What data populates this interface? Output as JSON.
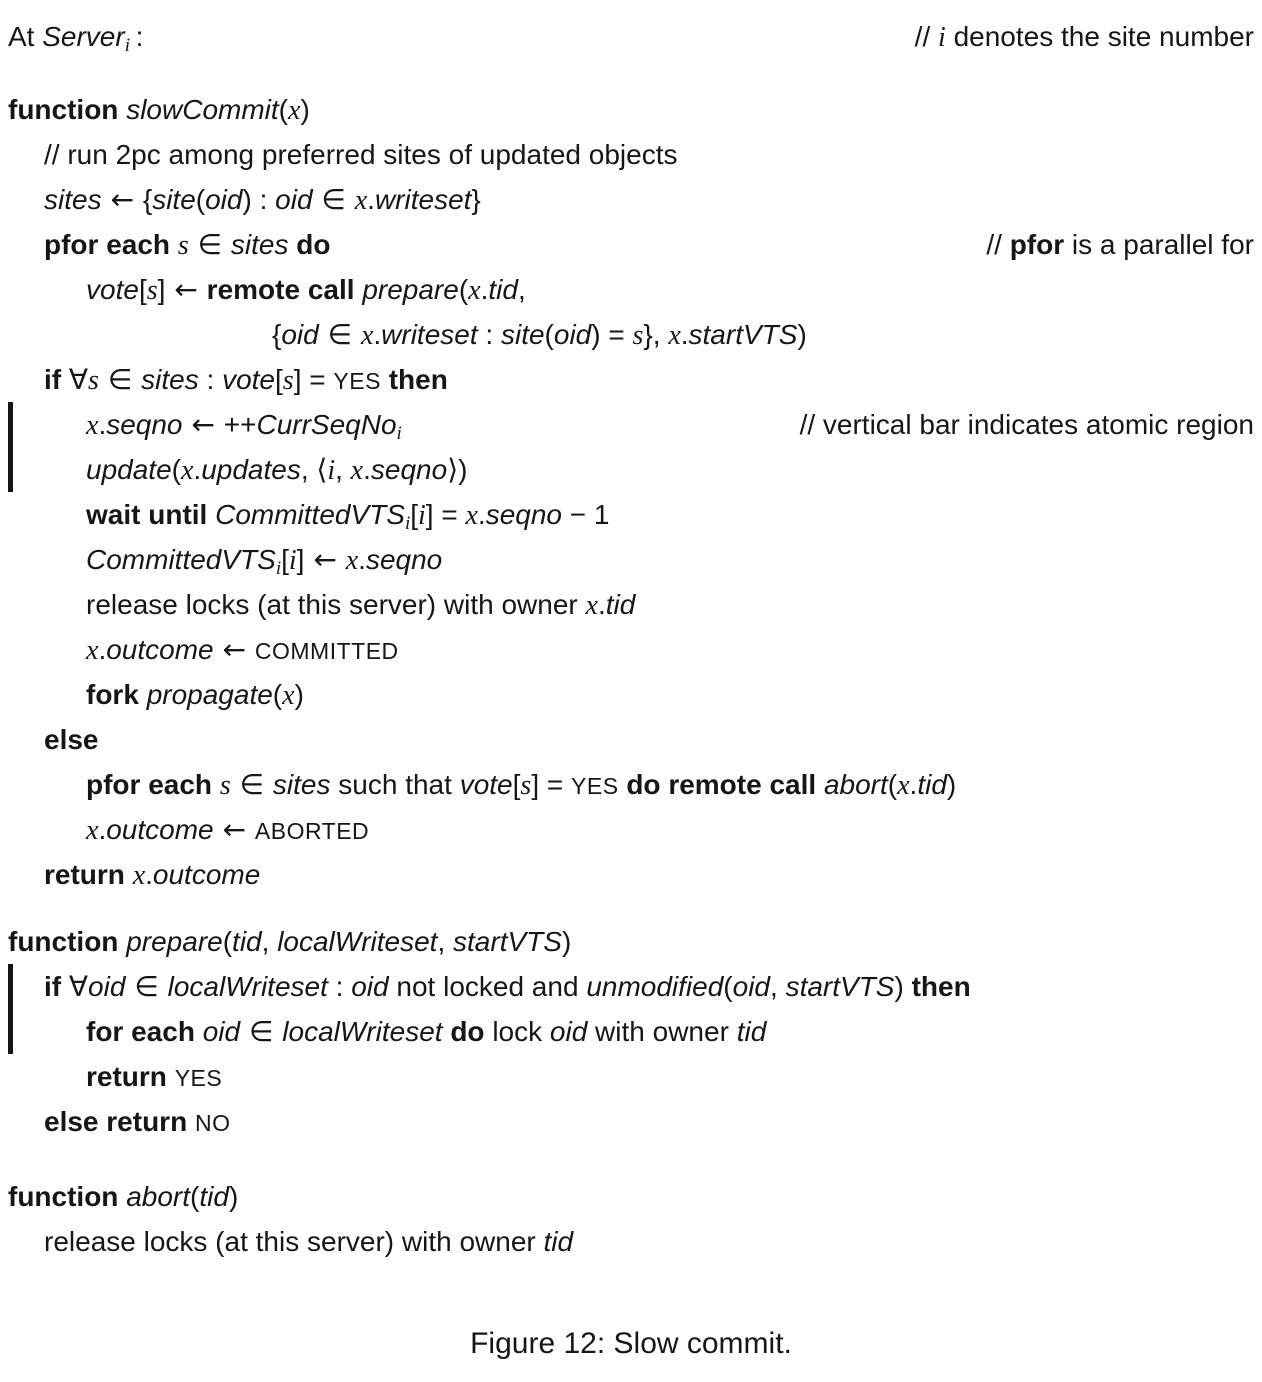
{
  "colors": {
    "text": "#161616",
    "background": "#ffffff"
  },
  "caption": "Figure 12: Slow commit.",
  "code": {
    "lines": [
      {
        "name": "line-at-server",
        "indent": 8,
        "segs": [
          {
            "s": "p",
            "t": "At "
          },
          {
            "s": "i",
            "t": "Server"
          },
          {
            "s": "b",
            "t": "i"
          },
          {
            "s": "p",
            "t": " :"
          }
        ],
        "right": [
          {
            "s": "p",
            "t": "// "
          },
          {
            "s": "m",
            "t": "i"
          },
          {
            "s": "p",
            "t": " denotes the site number"
          }
        ]
      },
      {
        "name": "line-function-slowcommit",
        "indent": 8,
        "gap": 28,
        "segs": [
          {
            "s": "k",
            "t": "function "
          },
          {
            "s": "i",
            "t": "slowCommit"
          },
          {
            "s": "p",
            "t": "("
          },
          {
            "s": "m",
            "t": "x"
          },
          {
            "s": "p",
            "t": ")"
          }
        ]
      },
      {
        "name": "line-comment-2pc",
        "indent": 44,
        "segs": [
          {
            "s": "p",
            "t": "// run 2pc among preferred sites of updated objects"
          }
        ]
      },
      {
        "name": "line-sites-assign",
        "indent": 44,
        "segs": [
          {
            "s": "i",
            "t": "sites"
          },
          {
            "s": "y",
            "t": " ← "
          },
          {
            "s": "p",
            "t": "{"
          },
          {
            "s": "i",
            "t": "site"
          },
          {
            "s": "p",
            "t": "("
          },
          {
            "s": "i",
            "t": "oid"
          },
          {
            "s": "p",
            "t": ") : "
          },
          {
            "s": "i",
            "t": "oid"
          },
          {
            "s": "y",
            "t": " ∈ "
          },
          {
            "s": "m",
            "t": "x"
          },
          {
            "s": "p",
            "t": "."
          },
          {
            "s": "i",
            "t": "writeset"
          },
          {
            "s": "p",
            "t": "}"
          }
        ]
      },
      {
        "name": "line-pfor-sites",
        "indent": 44,
        "segs": [
          {
            "s": "k",
            "t": "pfor each "
          },
          {
            "s": "m",
            "t": "s"
          },
          {
            "s": "y",
            "t": " ∈ "
          },
          {
            "s": "i",
            "t": "sites"
          },
          {
            "s": "k",
            "t": " do"
          }
        ],
        "right": [
          {
            "s": "p",
            "t": "// "
          },
          {
            "s": "k",
            "t": "pfor"
          },
          {
            "s": "p",
            "t": " is a parallel for"
          }
        ]
      },
      {
        "name": "line-vote-remote-call",
        "indent": 86,
        "segs": [
          {
            "s": "i",
            "t": "vote"
          },
          {
            "s": "p",
            "t": "["
          },
          {
            "s": "m",
            "t": "s"
          },
          {
            "s": "p",
            "t": "]"
          },
          {
            "s": "y",
            "t": " ← "
          },
          {
            "s": "k",
            "t": "remote call "
          },
          {
            "s": "i",
            "t": "prepare"
          },
          {
            "s": "p",
            "t": "("
          },
          {
            "s": "m",
            "t": "x"
          },
          {
            "s": "p",
            "t": "."
          },
          {
            "s": "i",
            "t": "tid"
          },
          {
            "s": "p",
            "t": ","
          }
        ]
      },
      {
        "name": "line-prepare-args-continuation",
        "indent": 272,
        "segs": [
          {
            "s": "p",
            "t": "{"
          },
          {
            "s": "i",
            "t": "oid"
          },
          {
            "s": "y",
            "t": " ∈ "
          },
          {
            "s": "m",
            "t": "x"
          },
          {
            "s": "p",
            "t": "."
          },
          {
            "s": "i",
            "t": "writeset"
          },
          {
            "s": "p",
            "t": " : "
          },
          {
            "s": "i",
            "t": "site"
          },
          {
            "s": "p",
            "t": "("
          },
          {
            "s": "i",
            "t": "oid"
          },
          {
            "s": "p",
            "t": ") = "
          },
          {
            "s": "m",
            "t": "s"
          },
          {
            "s": "p",
            "t": "}, "
          },
          {
            "s": "m",
            "t": "x"
          },
          {
            "s": "p",
            "t": "."
          },
          {
            "s": "i",
            "t": "startVTS"
          },
          {
            "s": "p",
            "t": ")"
          }
        ]
      },
      {
        "name": "line-if-all-votes-yes",
        "indent": 44,
        "segs": [
          {
            "s": "k",
            "t": "if "
          },
          {
            "s": "y",
            "t": "∀"
          },
          {
            "s": "m",
            "t": "s"
          },
          {
            "s": "y",
            "t": " ∈ "
          },
          {
            "s": "i",
            "t": "sites"
          },
          {
            "s": "p",
            "t": " : "
          },
          {
            "s": "i",
            "t": "vote"
          },
          {
            "s": "p",
            "t": "["
          },
          {
            "s": "m",
            "t": "s"
          },
          {
            "s": "p",
            "t": "] = "
          },
          {
            "s": "c",
            "t": "YES"
          },
          {
            "s": "k",
            "t": " then"
          }
        ]
      },
      {
        "name": "line-seqno-assign",
        "indent": 86,
        "bar": true,
        "segs": [
          {
            "s": "m",
            "t": "x"
          },
          {
            "s": "p",
            "t": "."
          },
          {
            "s": "i",
            "t": "seqno"
          },
          {
            "s": "y",
            "t": " ← "
          },
          {
            "s": "p",
            "t": "++"
          },
          {
            "s": "i",
            "t": "CurrSeqNo"
          },
          {
            "s": "b",
            "t": "i"
          }
        ],
        "right": [
          {
            "s": "p",
            "t": "// vertical bar indicates atomic region"
          }
        ]
      },
      {
        "name": "line-update-call",
        "indent": 86,
        "bar": true,
        "segs": [
          {
            "s": "i",
            "t": "update"
          },
          {
            "s": "p",
            "t": "("
          },
          {
            "s": "m",
            "t": "x"
          },
          {
            "s": "p",
            "t": "."
          },
          {
            "s": "i",
            "t": "updates"
          },
          {
            "s": "p",
            "t": ", "
          },
          {
            "s": "y",
            "t": "⟨"
          },
          {
            "s": "m",
            "t": "i"
          },
          {
            "s": "p",
            "t": ", "
          },
          {
            "s": "m",
            "t": "x"
          },
          {
            "s": "p",
            "t": "."
          },
          {
            "s": "i",
            "t": "seqno"
          },
          {
            "s": "y",
            "t": "⟩"
          },
          {
            "s": "p",
            "t": ")"
          }
        ]
      },
      {
        "name": "line-wait-until",
        "indent": 86,
        "segs": [
          {
            "s": "k",
            "t": "wait until "
          },
          {
            "s": "i",
            "t": "CommittedVTS"
          },
          {
            "s": "b",
            "t": "i"
          },
          {
            "s": "p",
            "t": "["
          },
          {
            "s": "m",
            "t": "i"
          },
          {
            "s": "p",
            "t": "] = "
          },
          {
            "s": "m",
            "t": "x"
          },
          {
            "s": "p",
            "t": "."
          },
          {
            "s": "i",
            "t": "seqno"
          },
          {
            "s": "p",
            "t": " − 1"
          }
        ]
      },
      {
        "name": "line-committedvts-assign",
        "indent": 86,
        "segs": [
          {
            "s": "i",
            "t": "CommittedVTS"
          },
          {
            "s": "b",
            "t": "i"
          },
          {
            "s": "p",
            "t": "["
          },
          {
            "s": "m",
            "t": "i"
          },
          {
            "s": "p",
            "t": "]"
          },
          {
            "s": "y",
            "t": " ← "
          },
          {
            "s": "m",
            "t": "x"
          },
          {
            "s": "p",
            "t": "."
          },
          {
            "s": "i",
            "t": "seqno"
          }
        ]
      },
      {
        "name": "line-release-locks-commit",
        "indent": 86,
        "segs": [
          {
            "s": "p",
            "t": "release locks (at this server) with owner "
          },
          {
            "s": "m",
            "t": "x"
          },
          {
            "s": "p",
            "t": "."
          },
          {
            "s": "i",
            "t": "tid"
          }
        ]
      },
      {
        "name": "line-outcome-committed",
        "indent": 86,
        "segs": [
          {
            "s": "m",
            "t": "x"
          },
          {
            "s": "p",
            "t": "."
          },
          {
            "s": "i",
            "t": "outcome"
          },
          {
            "s": "y",
            "t": " ← "
          },
          {
            "s": "c",
            "t": "COMMITTED"
          }
        ]
      },
      {
        "name": "line-fork-propagate",
        "indent": 86,
        "segs": [
          {
            "s": "k",
            "t": "fork "
          },
          {
            "s": "i",
            "t": "propagate"
          },
          {
            "s": "p",
            "t": "("
          },
          {
            "s": "m",
            "t": "x"
          },
          {
            "s": "p",
            "t": ")"
          }
        ]
      },
      {
        "name": "line-else",
        "indent": 44,
        "segs": [
          {
            "s": "k",
            "t": "else"
          }
        ]
      },
      {
        "name": "line-pfor-abort",
        "indent": 86,
        "segs": [
          {
            "s": "k",
            "t": "pfor each "
          },
          {
            "s": "m",
            "t": "s"
          },
          {
            "s": "y",
            "t": " ∈ "
          },
          {
            "s": "i",
            "t": "sites"
          },
          {
            "s": "p",
            "t": " such that "
          },
          {
            "s": "i",
            "t": "vote"
          },
          {
            "s": "p",
            "t": "["
          },
          {
            "s": "m",
            "t": "s"
          },
          {
            "s": "p",
            "t": "] = "
          },
          {
            "s": "c",
            "t": "YES"
          },
          {
            "s": "k",
            "t": " do remote call "
          },
          {
            "s": "i",
            "t": "abort"
          },
          {
            "s": "p",
            "t": "("
          },
          {
            "s": "m",
            "t": "x"
          },
          {
            "s": "p",
            "t": "."
          },
          {
            "s": "i",
            "t": "tid"
          },
          {
            "s": "p",
            "t": ")"
          }
        ]
      },
      {
        "name": "line-outcome-aborted",
        "indent": 86,
        "segs": [
          {
            "s": "m",
            "t": "x"
          },
          {
            "s": "p",
            "t": "."
          },
          {
            "s": "i",
            "t": "outcome"
          },
          {
            "s": "y",
            "t": " ← "
          },
          {
            "s": "c",
            "t": "ABORTED"
          }
        ]
      },
      {
        "name": "line-return-outcome",
        "indent": 44,
        "segs": [
          {
            "s": "k",
            "t": "return "
          },
          {
            "s": "m",
            "t": "x"
          },
          {
            "s": "p",
            "t": "."
          },
          {
            "s": "i",
            "t": "outcome"
          }
        ]
      },
      {
        "name": "line-function-prepare",
        "indent": 8,
        "gap": 22,
        "segs": [
          {
            "s": "k",
            "t": "function "
          },
          {
            "s": "i",
            "t": "prepare"
          },
          {
            "s": "p",
            "t": "("
          },
          {
            "s": "i",
            "t": "tid"
          },
          {
            "s": "p",
            "t": ", "
          },
          {
            "s": "i",
            "t": "localWriteset"
          },
          {
            "s": "p",
            "t": ", "
          },
          {
            "s": "i",
            "t": "startVTS"
          },
          {
            "s": "p",
            "t": ")"
          }
        ]
      },
      {
        "name": "line-if-all-oid-unlocked",
        "indent": 44,
        "bar": true,
        "segs": [
          {
            "s": "k",
            "t": "if "
          },
          {
            "s": "y",
            "t": "∀"
          },
          {
            "s": "i",
            "t": "oid"
          },
          {
            "s": "y",
            "t": " ∈ "
          },
          {
            "s": "i",
            "t": "localWriteset"
          },
          {
            "s": "p",
            "t": " : "
          },
          {
            "s": "i",
            "t": "oid"
          },
          {
            "s": "p",
            "t": " not locked and "
          },
          {
            "s": "i",
            "t": "unmodified"
          },
          {
            "s": "p",
            "t": "("
          },
          {
            "s": "i",
            "t": "oid"
          },
          {
            "s": "p",
            "t": ", "
          },
          {
            "s": "i",
            "t": "startVTS"
          },
          {
            "s": "p",
            "t": ") "
          },
          {
            "s": "k",
            "t": "then"
          }
        ]
      },
      {
        "name": "line-foreach-lock",
        "indent": 86,
        "bar": true,
        "segs": [
          {
            "s": "k",
            "t": "for each "
          },
          {
            "s": "i",
            "t": "oid"
          },
          {
            "s": "y",
            "t": " ∈ "
          },
          {
            "s": "i",
            "t": "localWriteset"
          },
          {
            "s": "k",
            "t": " do"
          },
          {
            "s": "p",
            "t": " lock "
          },
          {
            "s": "i",
            "t": "oid"
          },
          {
            "s": "p",
            "t": " with owner "
          },
          {
            "s": "i",
            "t": "tid"
          }
        ]
      },
      {
        "name": "line-return-yes",
        "indent": 86,
        "segs": [
          {
            "s": "k",
            "t": "return "
          },
          {
            "s": "c",
            "t": "YES"
          }
        ]
      },
      {
        "name": "line-else-return-no",
        "indent": 44,
        "segs": [
          {
            "s": "k",
            "t": "else return "
          },
          {
            "s": "c",
            "t": "NO"
          }
        ]
      },
      {
        "name": "line-function-abort",
        "indent": 8,
        "gap": 30,
        "segs": [
          {
            "s": "k",
            "t": "function "
          },
          {
            "s": "i",
            "t": "abort"
          },
          {
            "s": "p",
            "t": "("
          },
          {
            "s": "i",
            "t": "tid"
          },
          {
            "s": "p",
            "t": ")"
          }
        ]
      },
      {
        "name": "line-release-locks-abort",
        "indent": 44,
        "segs": [
          {
            "s": "p",
            "t": "release locks (at this server) with owner "
          },
          {
            "s": "i",
            "t": "tid"
          }
        ]
      }
    ]
  }
}
